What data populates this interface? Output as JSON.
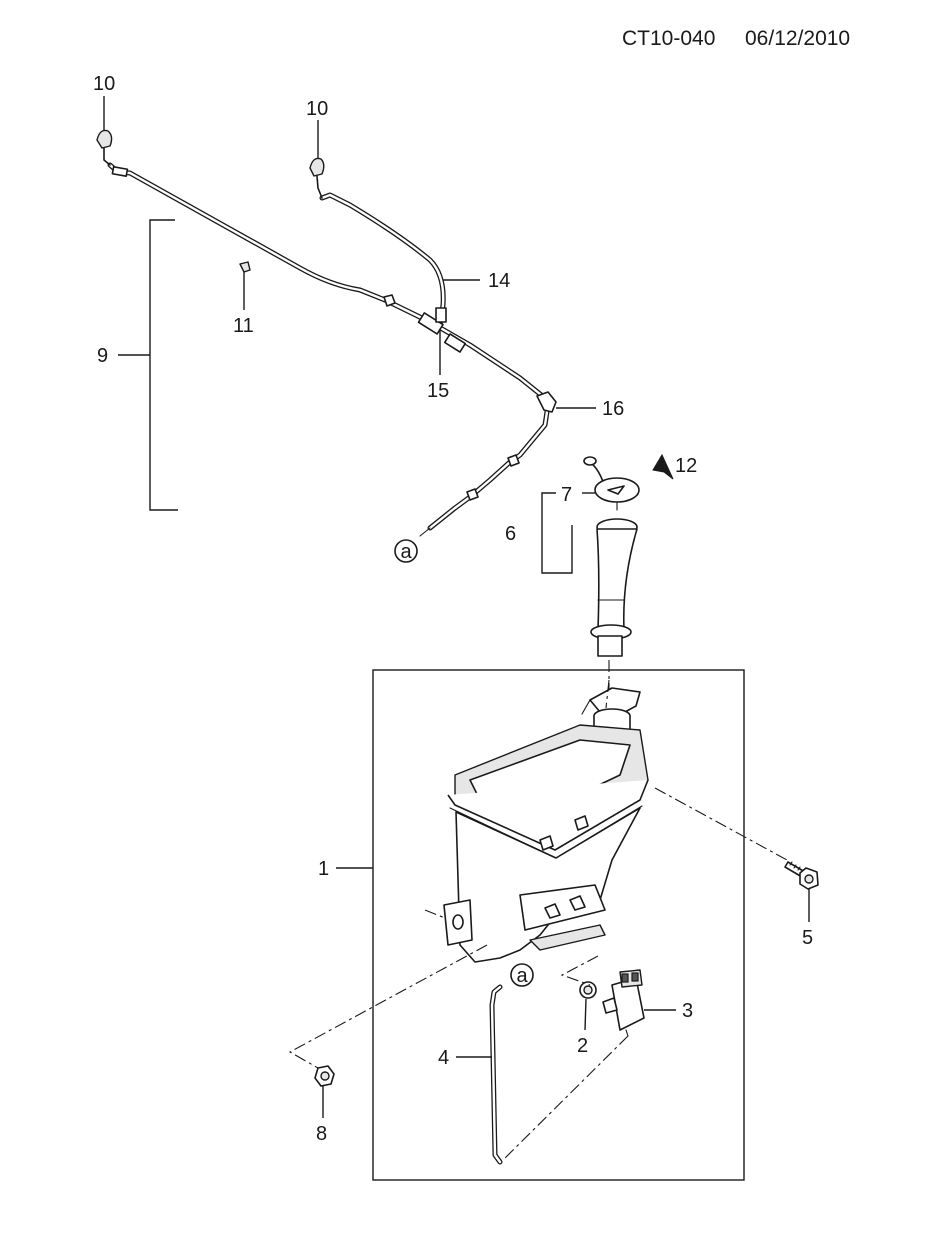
{
  "header": {
    "code": "CT10-040",
    "date": "06/12/2010"
  },
  "callouts": {
    "c1": "1",
    "c2": "2",
    "c3": "3",
    "c4": "4",
    "c5": "5",
    "c6": "6",
    "c7": "7",
    "c8": "8",
    "c9": "9",
    "c10a": "10",
    "c10b": "10",
    "c11": "11",
    "c12": "12",
    "c14": "14",
    "c15": "15",
    "c16": "16"
  },
  "connectors": {
    "a_top": "a",
    "a_bottom": "a"
  }
}
